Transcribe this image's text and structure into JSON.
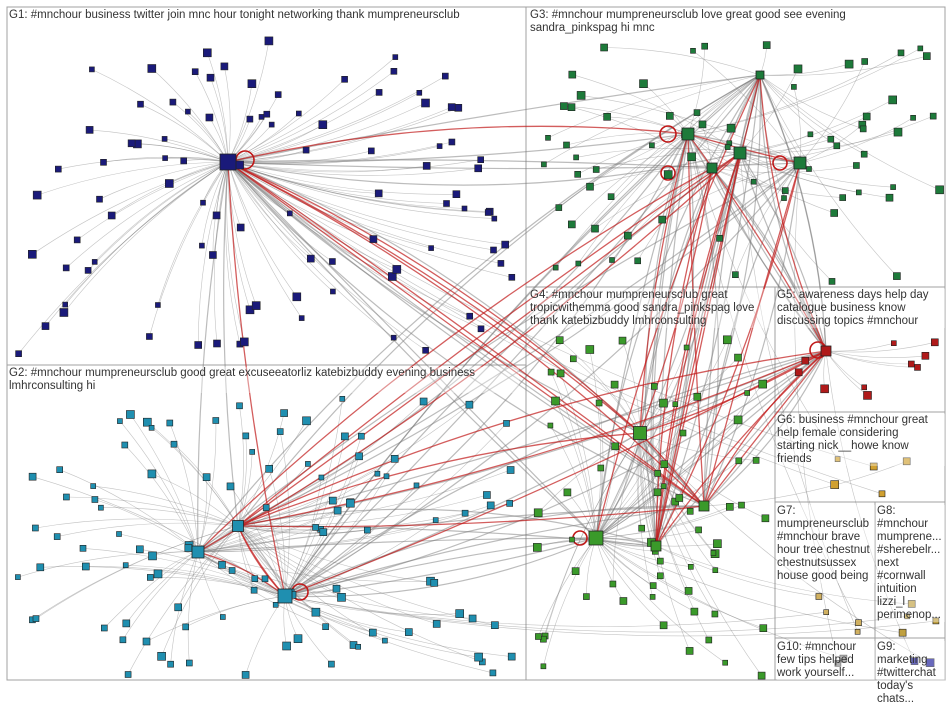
{
  "colors": {
    "background": "#ffffff",
    "panel_border": "#a0a0a0",
    "edge_gray": "#7a7a7a",
    "edge_red": "#c01818",
    "label_text": "#333333",
    "group_fills": {
      "G1": "#1a1a7a",
      "G2": "#1f8fb0",
      "G3": "#1d7a3a",
      "G4": "#3a9a2a",
      "G5": "#b01a1a",
      "G6": "#d0a030",
      "G7": "#d0b060",
      "G8": "#c0a040",
      "G9": "#1a1a9a",
      "G10": "#888888"
    }
  },
  "node_shape": "square-icon",
  "groups": [
    {
      "id": "G1",
      "text": "G1: #mnchour business twitter join mnc hour tonight networking thank mumpreneursclub"
    },
    {
      "id": "G2",
      "text": "G2: #mnchour mumpreneursclub good great excuseeatorliz katebizbuddy evening business\nlmhrconsulting hi"
    },
    {
      "id": "G3",
      "text": "G3: #mnchour mumpreneursclub love great good see evening\nsandra_pinkspag hi mnc"
    },
    {
      "id": "G4",
      "text": "G4: #mnchour mumpreneursclub great\ntropicwithemma good sandra_pinkspag love\nthank katebizbuddy lmhrconsulting"
    },
    {
      "id": "G5",
      "text": "G5: awareness days help day\ncatalogue business know\ndiscussing topics #mnchour"
    },
    {
      "id": "G6",
      "text": "G6: business #mnchour great\nhelp female considering\nstarting nick__howe know\nfriends"
    },
    {
      "id": "G7",
      "text": "G7:\nmumpreneursclub\n#mnchour brave\nhour tree chestnut\nchestnutsussex\nhouse good being"
    },
    {
      "id": "G8",
      "text": "G8:\n#mnchour\nmumprene...\n#sherebelr...\nnext\n#cornwall\nintuition\nlizzi_l\nperimenop..."
    },
    {
      "id": "G9",
      "text": "G9: marketing\n#twitterchat\ntoday's chats..."
    },
    {
      "id": "G10",
      "text": "G10: #mnchour\nfew tips helped\nwork yourself..."
    }
  ]
}
